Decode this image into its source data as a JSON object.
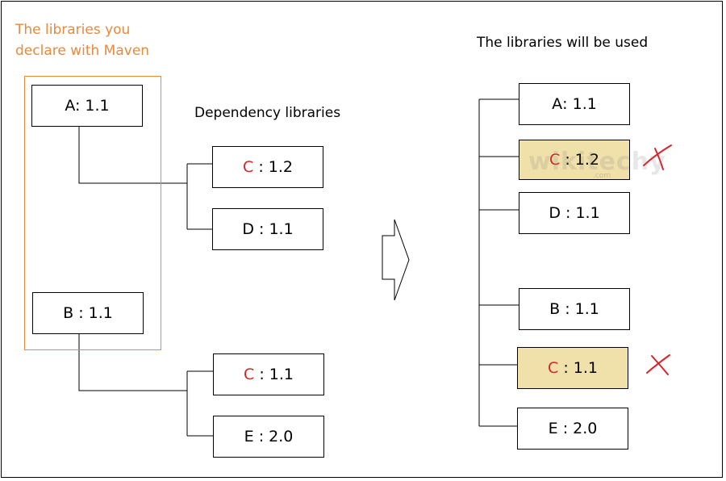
{
  "captions": {
    "declared_line1": "The libraries you",
    "declared_line2": "declare with Maven",
    "dependency": "Dependency libraries",
    "used": "The libraries will be used"
  },
  "declared": [
    {
      "name": "A",
      "version": "1.1",
      "label": "A: 1.1"
    },
    {
      "name": "B",
      "version": "1.1",
      "label": "B : 1.1"
    }
  ],
  "dependencies": [
    {
      "name": "C",
      "sep": " : ",
      "version": "1.2",
      "parent": "A"
    },
    {
      "name": "D",
      "sep": " : ",
      "version": "1.1",
      "parent": "A"
    },
    {
      "name": "C",
      "sep": " : ",
      "version": "1.1",
      "parent": "B"
    },
    {
      "name": "E",
      "sep": " : ",
      "version": "2.0",
      "parent": "B"
    }
  ],
  "used": [
    {
      "name": "A",
      "sep": ": ",
      "version": "1.1",
      "highlight": false,
      "excluded": false
    },
    {
      "name": "C",
      "sep": " : ",
      "version": "1.2",
      "highlight": true,
      "excluded": true
    },
    {
      "name": "D",
      "sep": " : ",
      "version": "1.1",
      "highlight": false,
      "excluded": false
    },
    {
      "name": "B",
      "sep": " : ",
      "version": "1.1",
      "highlight": false,
      "excluded": false
    },
    {
      "name": "C",
      "sep": " : ",
      "version": "1.1",
      "highlight": true,
      "excluded": true
    },
    {
      "name": "E",
      "sep": " : ",
      "version": "2.0",
      "highlight": false,
      "excluded": false
    }
  ],
  "watermark": {
    "brand": "wikitechy",
    "domain": ".com"
  },
  "colors": {
    "declared_caption": "#e58a3e",
    "declared_border": "#e58a3e",
    "conflict_name": "#d4252a",
    "highlight_fill": "#f0e1ab",
    "cross_mark": "#d4252a"
  }
}
